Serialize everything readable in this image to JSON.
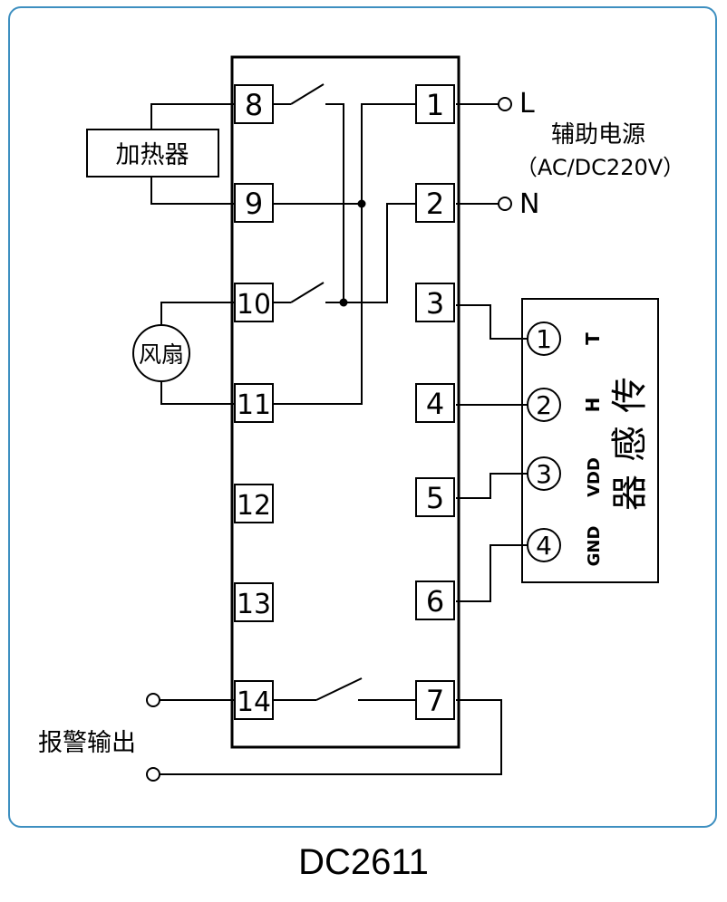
{
  "terminals": [
    {
      "id": "8",
      "label": "8"
    },
    {
      "id": "9",
      "label": "9"
    },
    {
      "id": "10",
      "label": "10"
    },
    {
      "id": "11",
      "label": "11"
    },
    {
      "id": "12",
      "label": "12"
    },
    {
      "id": "13",
      "label": "13"
    },
    {
      "id": "14",
      "label": "14"
    },
    {
      "id": "1",
      "label": "1"
    },
    {
      "id": "2",
      "label": "2"
    },
    {
      "id": "3",
      "label": "3"
    },
    {
      "id": "4",
      "label": "4"
    },
    {
      "id": "5",
      "label": "5"
    },
    {
      "id": "6",
      "label": "6"
    },
    {
      "id": "7",
      "label": "7"
    }
  ],
  "heater": {
    "label": "加热器"
  },
  "fan": {
    "label": "风扇"
  },
  "power": {
    "line_l": "L",
    "line_n": "N",
    "title": "辅助电源",
    "spec": "（AC/DC220V）"
  },
  "sensor": {
    "title": "传感器",
    "pins": [
      {
        "num": "1",
        "name": "T"
      },
      {
        "num": "2",
        "name": "H"
      },
      {
        "num": "3",
        "name": "VDD"
      },
      {
        "num": "4",
        "name": "GND"
      }
    ]
  },
  "alarm": {
    "label": "报警输出"
  },
  "model": "DC2611"
}
